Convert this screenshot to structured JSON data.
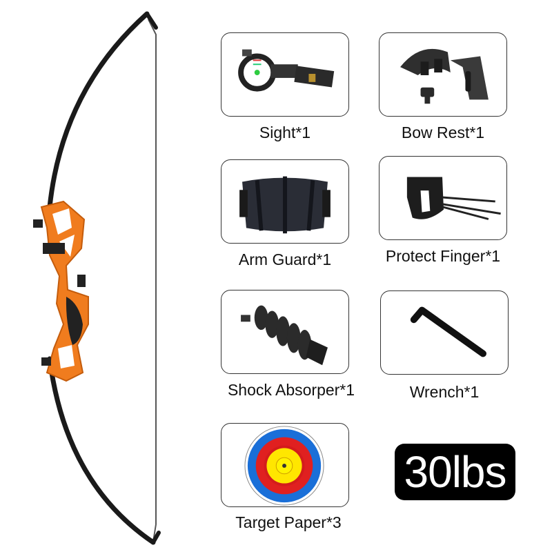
{
  "items": [
    {
      "label": "Sight*1",
      "icon": "sight-icon"
    },
    {
      "label": "Bow Rest*1",
      "icon": "bow-rest-icon"
    },
    {
      "label": "Arm Guard*1",
      "icon": "arm-guard-icon"
    },
    {
      "label": "Protect Finger*1",
      "icon": "finger-protector-icon"
    },
    {
      "label": "Shock Absorper*1",
      "icon": "shock-absorber-icon"
    },
    {
      "label": "Wrench*1",
      "icon": "wrench-icon"
    },
    {
      "label": "Target Paper*3",
      "icon": "target-icon"
    }
  ],
  "weight_badge": "30lbs",
  "colors": {
    "riser": "#f07c1e",
    "limb": "#1a1a1a",
    "badge_bg": "#000000"
  }
}
